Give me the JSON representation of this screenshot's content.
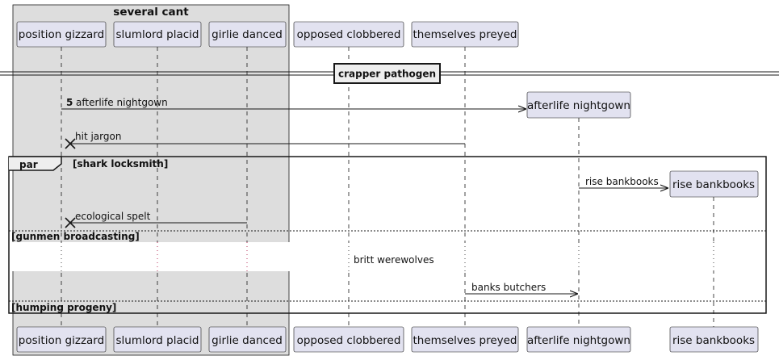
{
  "box_group": {
    "label": "several cant"
  },
  "participants": [
    {
      "id": "p1",
      "label": "position gizzard"
    },
    {
      "id": "p2",
      "label": "slumlord placid"
    },
    {
      "id": "p3",
      "label": "girlie danced"
    },
    {
      "id": "p4",
      "label": "opposed clobbered"
    },
    {
      "id": "p5",
      "label": "themselves preyed"
    },
    {
      "id": "p6",
      "label": "afterlife nightgown"
    },
    {
      "id": "p7",
      "label": "rise bankbooks"
    }
  ],
  "divider": {
    "label": "crapper pathogen"
  },
  "messages": [
    {
      "number": "5",
      "label": "afterlife nightgown"
    },
    {
      "label": "hit jargon"
    },
    {
      "label": "rise bankbooks"
    },
    {
      "label": "ecological spelt"
    },
    {
      "label": "banks butchers"
    }
  ],
  "note": {
    "label": "britt werewolves"
  },
  "fragment": {
    "keyword": "par",
    "sections": [
      {
        "label": "[shark locksmith]"
      },
      {
        "label": "[gunmen broadcasting]"
      },
      {
        "label": "[humping progeny]"
      }
    ]
  }
}
